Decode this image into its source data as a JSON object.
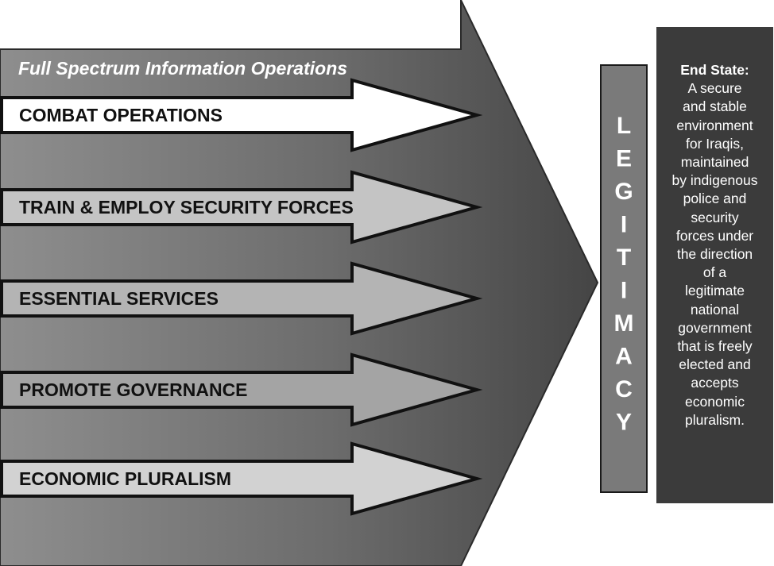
{
  "title": "Full Spectrum Information Operations",
  "lines_of_operation": [
    {
      "label": "COMBAT OPERATIONS",
      "fill": "#ffffff"
    },
    {
      "label": "TRAIN & EMPLOY SECURITY FORCES",
      "fill": "#c4c4c4"
    },
    {
      "label": "ESSENTIAL SERVICES",
      "fill": "#b4b4b4"
    },
    {
      "label": "PROMOTE GOVERNANCE",
      "fill": "#a4a4a4"
    },
    {
      "label": "ECONOMIC PLURALISM",
      "fill": "#d2d2d2"
    }
  ],
  "legitimacy_letters": [
    "L",
    "E",
    "G",
    "I",
    "T",
    "I",
    "M",
    "A",
    "C",
    "Y"
  ],
  "end_state": {
    "heading": "End State:",
    "lines": [
      "A secure",
      "and stable",
      "environment",
      "for Iraqis,",
      "maintained",
      "by indigenous",
      "police and",
      "security",
      "forces under",
      "the direction",
      "of a",
      "legitimate",
      "national",
      "government",
      "that is freely",
      "elected and",
      "accepts",
      "economic",
      "pluralism."
    ]
  },
  "colors": {
    "big_arrow_light": "#8a8a8a",
    "big_arrow_dark": "#4a4a4a",
    "legitimacy_bar": "#7a7a7a",
    "end_state_box": "#3b3b3b"
  }
}
